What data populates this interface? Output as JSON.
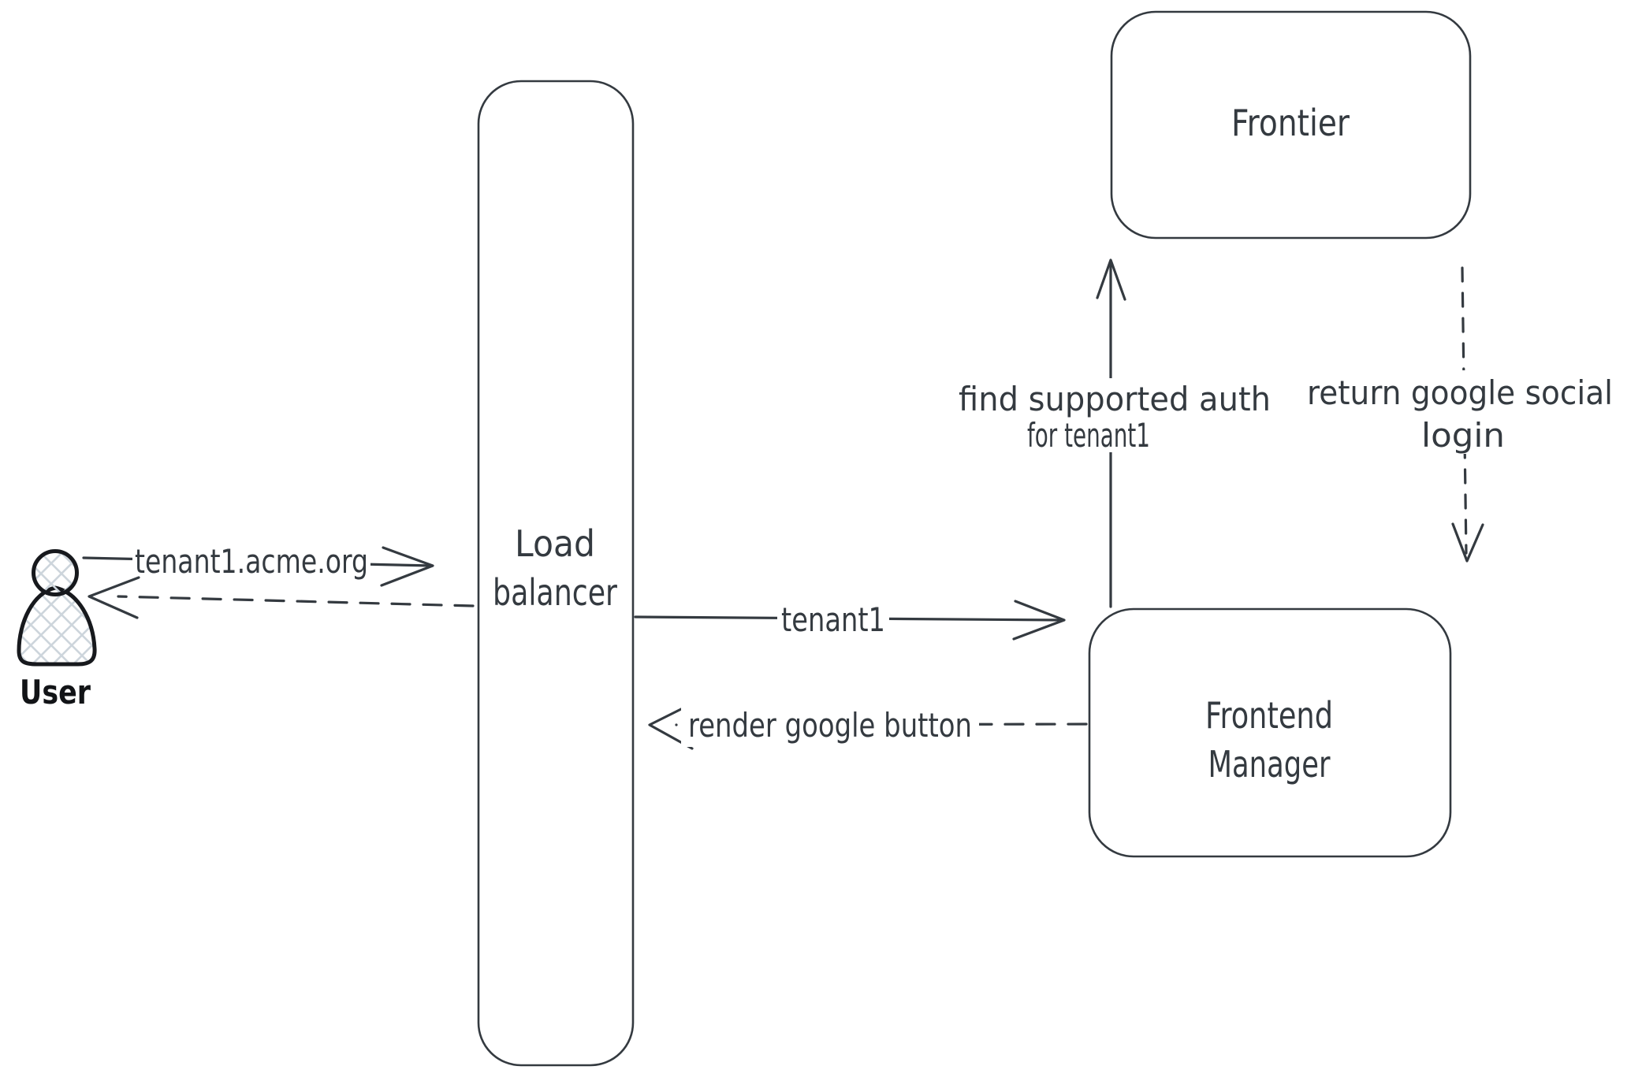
{
  "diagram": {
    "colors": {
      "stroke": "#343a40",
      "user_stroke": "#17191d",
      "hatch_fill": "#cdd5dc",
      "background": "#ffffff"
    },
    "nodes": {
      "user": {
        "label": "User",
        "shape": "person-icon"
      },
      "load_balancer": {
        "lines": [
          "Load",
          "balancer"
        ],
        "shape": "rounded-rect"
      },
      "frontier": {
        "lines": [
          "Frontier"
        ],
        "shape": "rounded-rect"
      },
      "frontend_manager": {
        "lines": [
          "Frontend",
          "Manager"
        ],
        "shape": "rounded-rect"
      }
    },
    "edges": {
      "user_to_lb": {
        "label": "tenant1.acme.org",
        "style": "solid",
        "direction": "right"
      },
      "lb_to_user": {
        "label": "",
        "style": "dashed",
        "direction": "left"
      },
      "lb_to_fm": {
        "label": "tenant1",
        "style": "solid",
        "direction": "right"
      },
      "fm_to_lb": {
        "label": "render google button",
        "style": "dashed",
        "direction": "left"
      },
      "fm_to_frontier": {
        "lines": [
          "find supported auth",
          "for tenant1"
        ],
        "style": "solid",
        "direction": "up"
      },
      "frontier_to_fm": {
        "lines": [
          "return google social",
          "login"
        ],
        "style": "dashed",
        "direction": "down"
      }
    }
  }
}
